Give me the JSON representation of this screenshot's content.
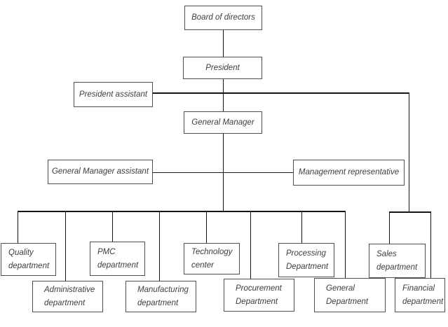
{
  "diagram": {
    "type": "org-chart",
    "background_color": "#ffffff",
    "line_color": "#141414",
    "box_border_color": "#4f4f4f",
    "text_color": "#3d3d3d",
    "nodes": [
      {
        "id": "board-of-directors",
        "label": "Board of directors"
      },
      {
        "id": "president",
        "label": "President"
      },
      {
        "id": "president-assistant",
        "label": "President assistant"
      },
      {
        "id": "general-manager",
        "label": "General Manager"
      },
      {
        "id": "general-manager-assistant",
        "label": "General Manager assistant"
      },
      {
        "id": "management-representative",
        "label": "Management representative"
      },
      {
        "id": "quality-department",
        "label": "Quality department",
        "lines": [
          "Quality",
          "department"
        ]
      },
      {
        "id": "administrative-department",
        "label": "Administrative department",
        "lines": [
          "Administrative",
          "department"
        ]
      },
      {
        "id": "pmc-department",
        "label": "PMC department",
        "lines": [
          "PMC",
          "department"
        ]
      },
      {
        "id": "manufacturing-department",
        "label": "Manufacturing department",
        "lines": [
          "Manufacturing",
          "department"
        ]
      },
      {
        "id": "technology-center",
        "label": "Technology center",
        "lines": [
          "Technology",
          "center"
        ]
      },
      {
        "id": "procurement-department",
        "label": "Procurement Department",
        "lines": [
          "Procurement",
          "Department"
        ]
      },
      {
        "id": "processing-department",
        "label": "Processing Department",
        "lines": [
          "Processing",
          "Department"
        ]
      },
      {
        "id": "general-department",
        "label": "General Department",
        "lines": [
          "General",
          "Department"
        ]
      },
      {
        "id": "sales-department",
        "label": "Sales department",
        "lines": [
          "Sales",
          "department"
        ]
      },
      {
        "id": "financial-department",
        "label": "Financial department",
        "lines": [
          "Financial",
          "department"
        ]
      }
    ],
    "edges": [
      {
        "from": "board-of-directors",
        "to": "president"
      },
      {
        "from": "president",
        "to": "general-manager"
      },
      {
        "from": "president-assistant",
        "to": "president-trunk"
      },
      {
        "from": "president-assistant",
        "to": "right-bus"
      },
      {
        "from": "general-manager-assistant",
        "to": "management-representative"
      },
      {
        "from": "general-manager",
        "to": "department-bus"
      },
      {
        "from": "department-bus",
        "to": "quality-department"
      },
      {
        "from": "department-bus",
        "to": "administrative-department"
      },
      {
        "from": "department-bus",
        "to": "pmc-department"
      },
      {
        "from": "department-bus",
        "to": "manufacturing-department"
      },
      {
        "from": "department-bus",
        "to": "technology-center"
      },
      {
        "from": "department-bus",
        "to": "procurement-department"
      },
      {
        "from": "department-bus",
        "to": "processing-department"
      },
      {
        "from": "department-bus",
        "to": "general-department"
      },
      {
        "from": "right-bus",
        "to": "sales-department"
      },
      {
        "from": "right-bus",
        "to": "financial-department"
      }
    ]
  }
}
